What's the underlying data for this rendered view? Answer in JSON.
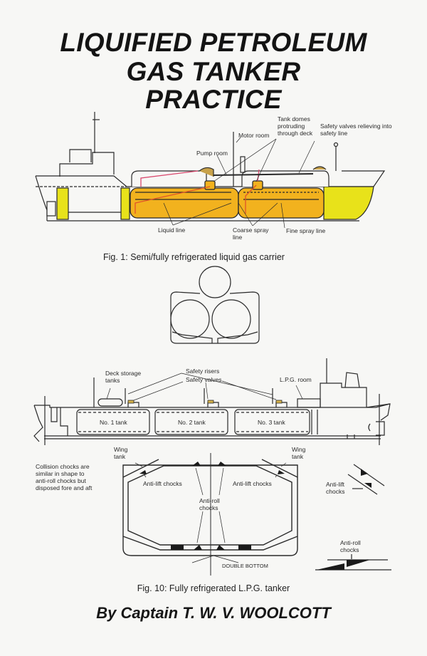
{
  "book": {
    "title_lines": [
      "LIQUIFIED PETROLEUM",
      "GAS TANKER",
      "PRACTICE"
    ],
    "author": "By Captain T. W. V. WOOLCOTT"
  },
  "colors": {
    "cargo_tank": "#f2b21e",
    "ballast_tank": "#e8e21a",
    "liquid_line": "#e0522a",
    "vapour_line": "#d9486e",
    "ink": "#2a2a2a",
    "paper": "#f7f7f5"
  },
  "figure1": {
    "caption": "Fig. 1: Semi/fully refrigerated liquid gas carrier",
    "labels": {
      "tank_domes": [
        "Tank domes",
        "protruding",
        "through deck"
      ],
      "safety_valves": [
        "Safety valves relieving into",
        "safety line"
      ],
      "motor_room": "Motor room",
      "pump_room": "Pump room",
      "liquid_line": "Liquid line",
      "coarse_spray": [
        "Coarse spray",
        "line"
      ],
      "fine_spray": "Fine spray line"
    }
  },
  "figure10": {
    "caption": "Fig. 10: Fully refrigerated L.P.G. tanker",
    "labels": {
      "deck_storage": [
        "Deck storage",
        "tanks"
      ],
      "safety_risers": "Safety risers",
      "safety_valves": "Safety valves",
      "lpg_room": "L.P.G. room",
      "tank1": "No. 1 tank",
      "tank2": "No. 2 tank",
      "tank3": "No. 3 tank",
      "wing_tank": [
        "Wing",
        "tank"
      ],
      "anti_lift": "Anti-lift chocks",
      "anti_roll": [
        "Anti-roll",
        "chocks"
      ],
      "double_bottom": "DOUBLE BOTTOM",
      "collision_note": [
        "Collision chocks are",
        "similar in shape to",
        "anti-roll chocks but",
        "disposed fore and aft"
      ],
      "anti_lift_detail": [
        "Anti-lift",
        "chocks"
      ],
      "anti_roll_detail": [
        "Anti-roll",
        "chocks"
      ]
    }
  }
}
